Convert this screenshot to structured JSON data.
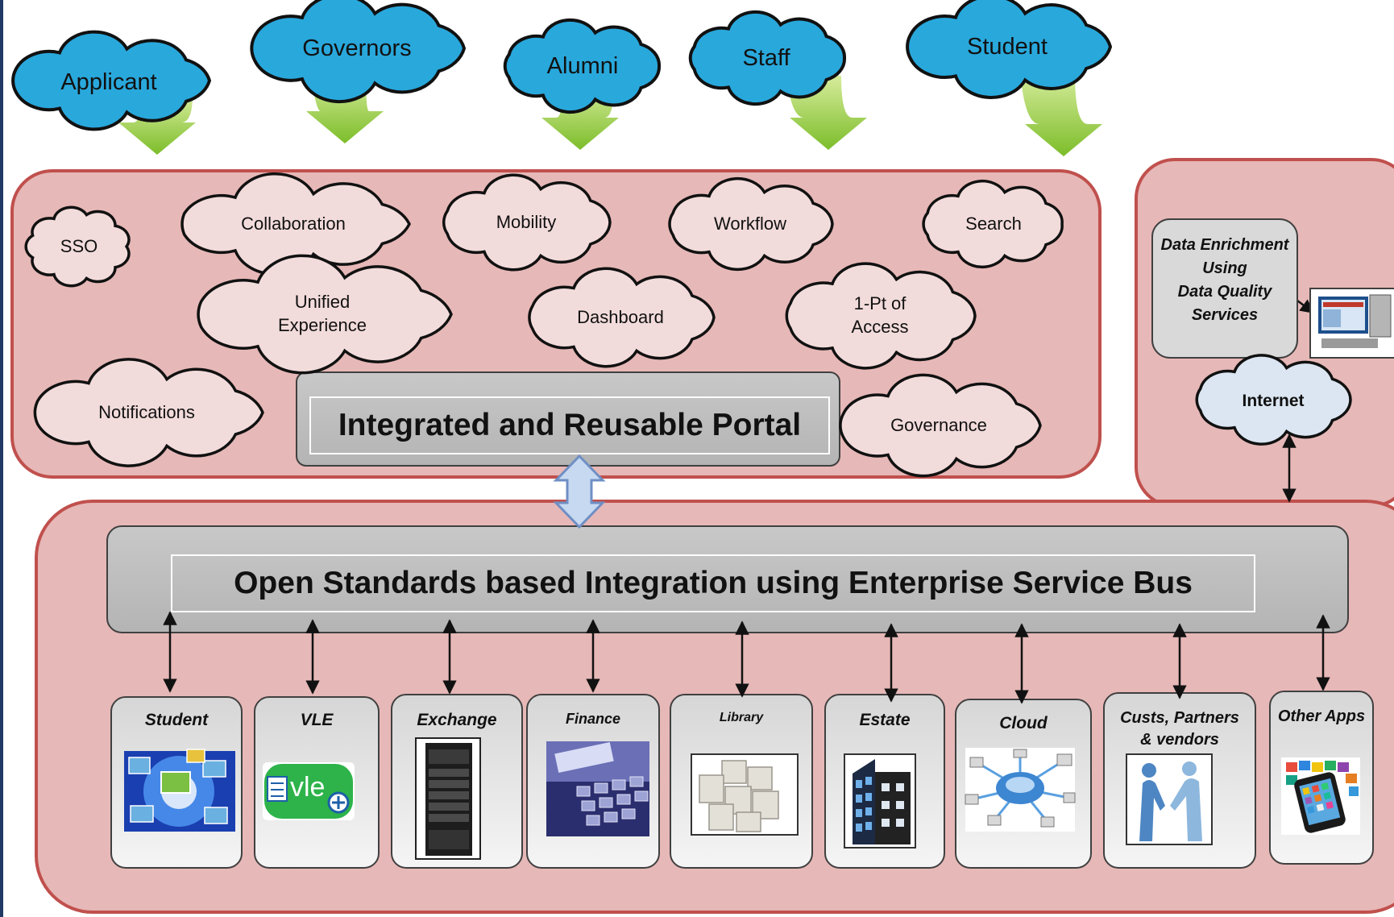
{
  "user_groups": [
    "Applicant",
    "Governors",
    "Alumni",
    "Staff",
    "Student"
  ],
  "portal": {
    "title": "Integrated and Reusable Portal",
    "features": {
      "sso": "SSO",
      "collaboration": "Collaboration",
      "mobility": "Mobility",
      "workflow": "Workflow",
      "search": "Search",
      "unified_1": "Unified",
      "unified_2": "Experience",
      "dashboard": "Dashboard",
      "access_1": "1-Pt of",
      "access_2": "Access",
      "notifications": "Notifications",
      "governance": "Governance"
    }
  },
  "enrichment": {
    "line1": "Data Enrichment",
    "line2": "Using",
    "line3": "Data Quality",
    "line4": "Services",
    "internet": "Internet"
  },
  "esb": {
    "title": "Open Standards based Integration using Enterprise Service Bus"
  },
  "systems": [
    {
      "label": "Student",
      "icon": "monitors-icon"
    },
    {
      "label": "VLE",
      "icon": "vle-logo-icon"
    },
    {
      "label": "Exchange",
      "icon": "server-rack-icon"
    },
    {
      "label": "Finance",
      "icon": "calculator-icon"
    },
    {
      "label": "Library",
      "icon": "boxes-icon"
    },
    {
      "label": "Estate",
      "icon": "building-icon"
    },
    {
      "label": "Cloud",
      "icon": "network-globe-icon"
    },
    {
      "label1": "Custs, Partners",
      "label2": "& vendors",
      "icon": "handshake-icon"
    },
    {
      "label": "Other Apps",
      "icon": "smartphone-apps-icon"
    }
  ],
  "colors": {
    "portal_bg": "#e6b8b7",
    "border_red": "#c0504d",
    "grey_bar": "#bfbfbf",
    "user_cloud": "#29a8dc",
    "green_arrow": "#8dc63f",
    "feature_cloud": "#f2dcdb",
    "internet_cloud": "#dce6f2",
    "hollow_arrow": "#8eb4e3"
  }
}
